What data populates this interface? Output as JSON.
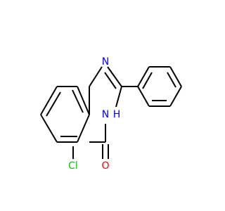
{
  "molecule": {
    "atoms": {
      "n1": {
        "text": "N",
        "color": "#0000ff"
      },
      "n3": {
        "text": "N",
        "color": "#0000ff"
      },
      "h3": {
        "text": "H",
        "color": "#0000ff"
      },
      "cl": {
        "text": "Cl",
        "color": "#00cc00"
      },
      "o": {
        "text": "O",
        "color": "#ff0000"
      }
    },
    "bond_color": "#000000"
  }
}
